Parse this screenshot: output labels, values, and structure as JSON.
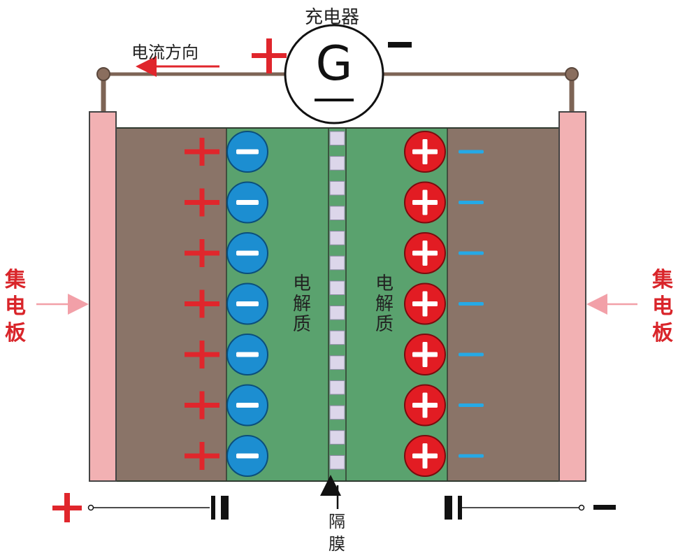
{
  "charger": {
    "title": "充电器",
    "symbol": "G",
    "positive_sign": "+",
    "negative_sign": "−"
  },
  "current_direction": {
    "label": "电流方向"
  },
  "collector_plate": {
    "left_label": [
      "集",
      "电",
      "板"
    ],
    "right_label": [
      "集",
      "电",
      "板"
    ]
  },
  "electrolyte": {
    "left_label": [
      "电",
      "解",
      "质"
    ],
    "right_label": [
      "电",
      "解",
      "质"
    ]
  },
  "separator": {
    "label": [
      "隔",
      "膜"
    ]
  },
  "terminals": {
    "left_sign": "+",
    "right_sign": "−"
  },
  "cell": {
    "rows": 7,
    "separator_blocks": 14,
    "left_plate_charge": "+",
    "left_ion_charge": "−",
    "right_ion_charge": "+",
    "right_plate_charge": "−"
  },
  "colors": {
    "collector": "#f2b1b3",
    "electrode": "#8a7468",
    "electrolyte": "#5aa26e",
    "separator_block": "#dcd6ea",
    "positive_mark": "#e0262c",
    "negative_mark": "#25a9e6",
    "anion": "#1c8ed1",
    "cation": "#e21c23",
    "wire": "#7d6455"
  }
}
